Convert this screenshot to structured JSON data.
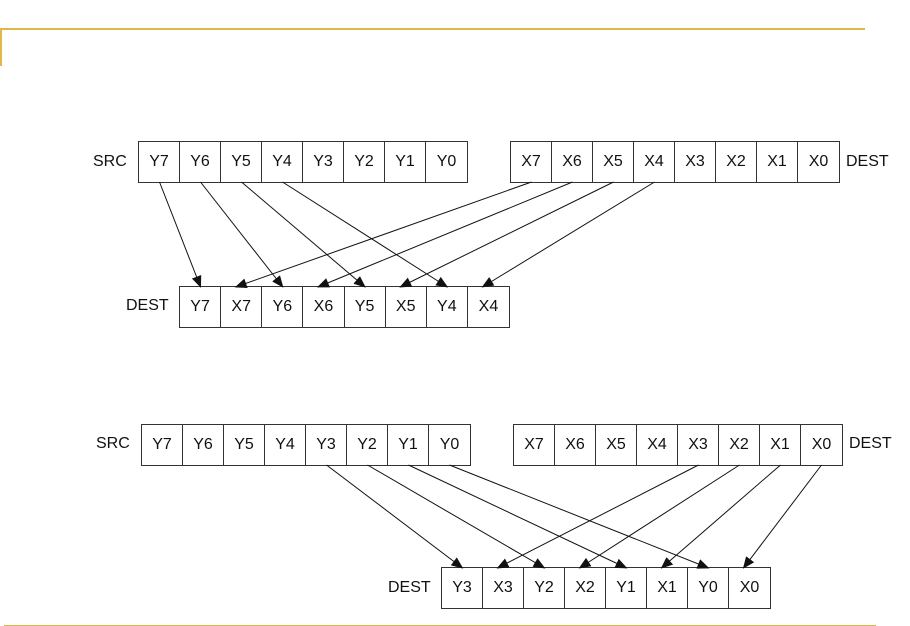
{
  "labels": {
    "src": "SRC",
    "dest": "DEST"
  },
  "diagram1": {
    "src": [
      "Y7",
      "Y6",
      "Y5",
      "Y4",
      "Y3",
      "Y2",
      "Y1",
      "Y0"
    ],
    "dest_in": [
      "X7",
      "X6",
      "X5",
      "X4",
      "X3",
      "X2",
      "X1",
      "X0"
    ],
    "result": [
      "Y7",
      "X7",
      "Y6",
      "X6",
      "Y5",
      "X5",
      "Y4",
      "X4"
    ]
  },
  "diagram2": {
    "src": [
      "Y7",
      "Y6",
      "Y5",
      "Y4",
      "Y3",
      "Y2",
      "Y1",
      "Y0"
    ],
    "dest_in": [
      "X7",
      "X6",
      "X5",
      "X4",
      "X3",
      "X2",
      "X1",
      "X0"
    ],
    "result": [
      "Y3",
      "X3",
      "Y2",
      "X2",
      "Y1",
      "X1",
      "Y0",
      "X0"
    ]
  },
  "colors": {
    "accent_rule": "#e0b84a",
    "line": "#333333"
  }
}
